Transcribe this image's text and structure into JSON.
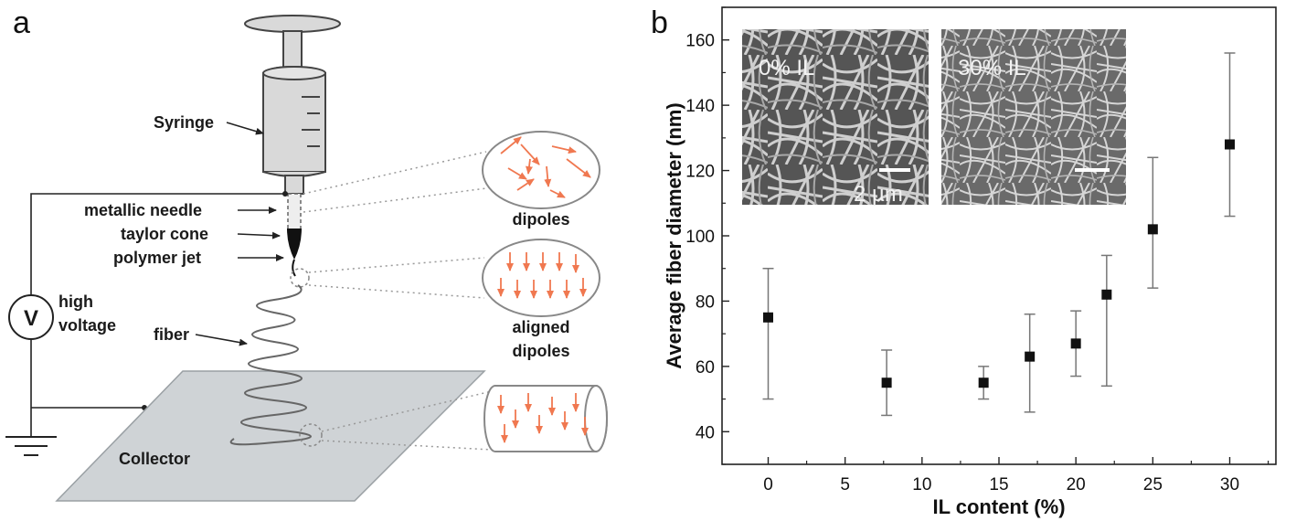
{
  "panels": {
    "a": "a",
    "b": "b"
  },
  "schematic": {
    "labels": {
      "syringe": "Syringe",
      "needle": "metallic needle",
      "taylor": "taylor cone",
      "jet": "polymer jet",
      "fiber": "fiber",
      "high": "high",
      "voltage": "voltage",
      "v": "V",
      "collector": "Collector",
      "dipoles": "dipoles",
      "aligned1": "aligned",
      "aligned2": "dipoles"
    },
    "colors": {
      "arrow": "#f07850",
      "collector": "#cfd3d6",
      "syringe": "#d9d9d9"
    }
  },
  "insets": {
    "left": {
      "label": "0% IL",
      "scale": "2 µm"
    },
    "right": {
      "label": "30% IL"
    }
  },
  "chart_data": {
    "type": "scatter",
    "xlabel": "IL content (%)",
    "ylabel": "Average fiber diameter (nm)",
    "xlim": [
      -3,
      33
    ],
    "ylim": [
      30,
      170
    ],
    "xticks": [
      0,
      5,
      10,
      15,
      20,
      25,
      30
    ],
    "yticks": [
      40,
      60,
      80,
      100,
      120,
      140,
      160
    ],
    "grid": false,
    "points": [
      {
        "x": 0,
        "y": 75,
        "low": 50,
        "high": 90
      },
      {
        "x": 7.7,
        "y": 55,
        "low": 45,
        "high": 65
      },
      {
        "x": 14,
        "y": 55,
        "low": 50,
        "high": 60
      },
      {
        "x": 17,
        "y": 63,
        "low": 46,
        "high": 76
      },
      {
        "x": 20,
        "y": 67,
        "low": 57,
        "high": 77
      },
      {
        "x": 22,
        "y": 82,
        "low": 54,
        "high": 94
      },
      {
        "x": 25,
        "y": 102,
        "low": 84,
        "high": 124
      },
      {
        "x": 30,
        "y": 128,
        "low": 106,
        "high": 156
      }
    ],
    "colors": {
      "marker": "#111111",
      "errorbar": "#777777"
    }
  }
}
